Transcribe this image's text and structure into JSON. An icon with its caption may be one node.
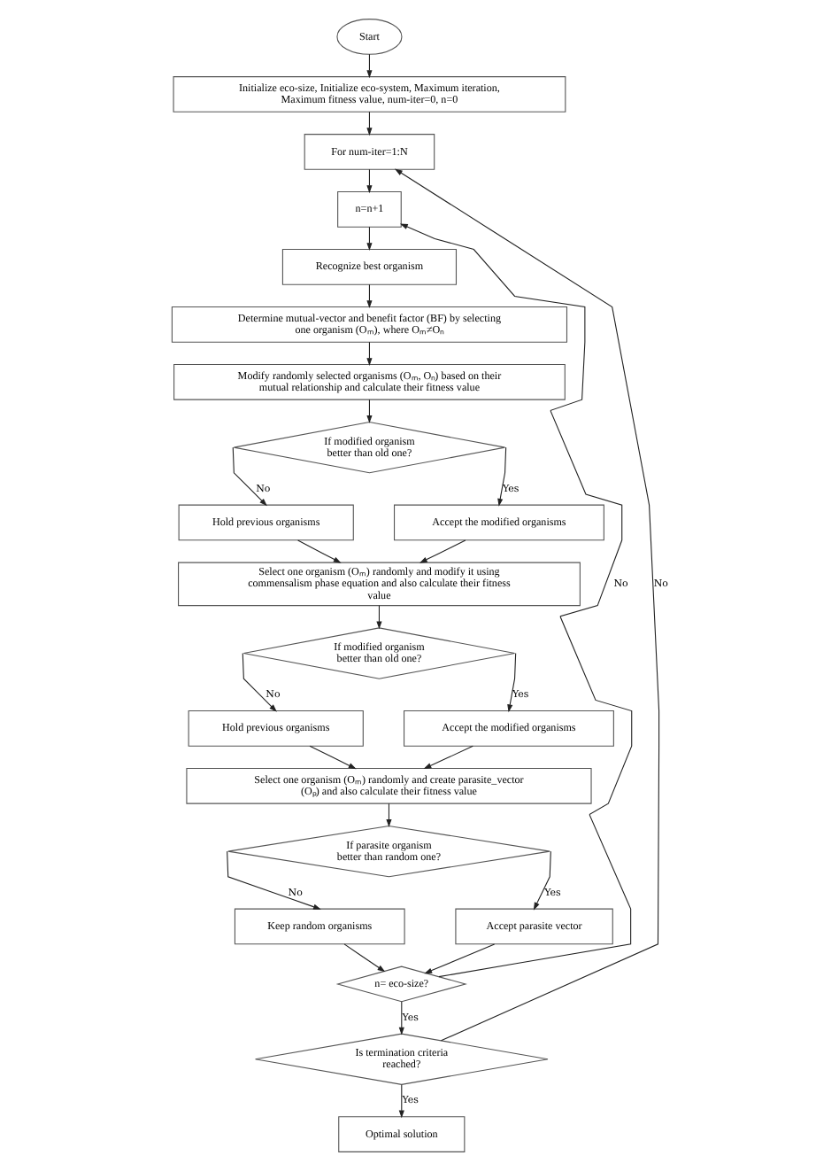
{
  "diagram": {
    "nodes": [
      {
        "text": [
          "Start"
        ]
      },
      {
        "text": [
          "Initialize eco-size, Initialize eco-system, Maximum iteration, Maximum fitness value, num-iter=0, n=0"
        ]
      },
      {
        "text": [
          "For num-iter=1:N"
        ]
      },
      {
        "text": [
          "n=n+1"
        ]
      },
      {
        "text": [
          "Recognize best organism"
        ]
      },
      {
        "text": [
          "Determine mutual-vector and benefit factor (BF) by selecting one organism (Oₘ), where Oₘ≠Oₙ"
        ]
      },
      {
        "text": [
          "Modify randomly selected organisms (Oₘ, Oₙ) based on their mutual relationship and calculate their fitness value"
        ]
      },
      {
        "text": [
          "If modified organism better than old one?"
        ]
      },
      {
        "text": [
          "Hold previous organisms"
        ]
      },
      {
        "text": [
          "Accept the modified organisms"
        ]
      },
      {
        "text": [
          "Select one organism (Oₘ) randomly and modify it using commensalism phase equation and also calculate their fitness value"
        ]
      },
      {
        "text": [
          "If modified organism better than old one?"
        ]
      },
      {
        "text": [
          "Hold previous organisms"
        ]
      },
      {
        "text": [
          "Accept the modified organisms"
        ]
      },
      {
        "text": [
          "Select one organism (Oₘ) randomly and create parasite_vector (Oₚ) and also calculate their fitness value"
        ]
      },
      {
        "text": [
          "If parasite organism better than random one?"
        ]
      },
      {
        "text": [
          "Keep random organisms"
        ]
      },
      {
        "text": [
          "Accept parasite vector"
        ]
      },
      {
        "text": [
          "n= eco-size?"
        ]
      },
      {
        "text": [
          "Is termination criteria reached?"
        ]
      },
      {
        "text": [
          "Optimal solution"
        ]
      }
    ],
    "edges": [
      {
        "from": 0,
        "to": 1,
        "arrow": "to"
      },
      {
        "from": 1,
        "to": 2,
        "arrow": "to"
      },
      {
        "from": 2,
        "to": 3,
        "arrow": "to"
      },
      {
        "from": 3,
        "to": 4,
        "arrow": "to"
      },
      {
        "from": 4,
        "to": 5,
        "arrow": "to"
      },
      {
        "from": 5,
        "to": 6,
        "arrow": "to"
      },
      {
        "from": 6,
        "to": 7,
        "arrow": "to"
      },
      {
        "from": 7,
        "to": 8,
        "arrow": "to",
        "label": "No"
      },
      {
        "from": 7,
        "to": 9,
        "arrow": "to",
        "label": "Yes"
      },
      {
        "from": 8,
        "to": 10,
        "arrow": "to"
      },
      {
        "from": 9,
        "to": 10,
        "arrow": "to"
      },
      {
        "from": 10,
        "to": 11,
        "arrow": "to"
      },
      {
        "from": 11,
        "to": 12,
        "arrow": "to",
        "label": "No"
      },
      {
        "from": 11,
        "to": 13,
        "arrow": "to",
        "label": "Yes"
      },
      {
        "from": 12,
        "to": 14,
        "arrow": "to"
      },
      {
        "from": 13,
        "to": 14,
        "arrow": "to"
      },
      {
        "from": 14,
        "to": 15,
        "arrow": "to"
      },
      {
        "from": 15,
        "to": 16,
        "arrow": "to",
        "label": "No"
      },
      {
        "from": 15,
        "to": 17,
        "arrow": "to",
        "label": "Yes"
      },
      {
        "from": 16,
        "to": 18,
        "arrow": "to"
      },
      {
        "from": 17,
        "to": 18,
        "arrow": "to"
      },
      {
        "from": 18,
        "to": 19,
        "arrow": "to",
        "label": "Yes"
      },
      {
        "from": 18,
        "to": 3,
        "arrow": "to",
        "label": "No"
      },
      {
        "from": 19,
        "to": 2,
        "arrow": "to",
        "label": "No"
      },
      {
        "from": 19,
        "to": 20,
        "arrow": "to",
        "label": "Yes"
      }
    ]
  }
}
